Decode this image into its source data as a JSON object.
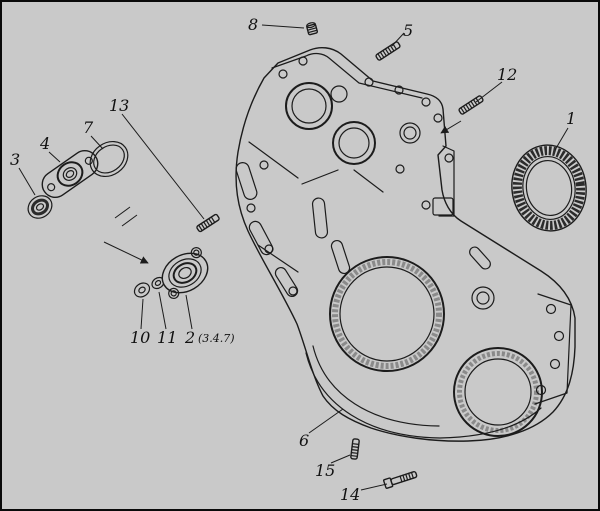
{
  "diagram": {
    "figure_type": "exploded-parts-drawing",
    "colors": {
      "background": "#c9c9c9",
      "ink": "#1c1c1c",
      "frame": "#0a0a0a"
    },
    "callouts": {
      "c1": {
        "label": "1"
      },
      "c2": {
        "label": "2",
        "note": "(3.4.7)"
      },
      "c3": {
        "label": "3"
      },
      "c4": {
        "label": "4"
      },
      "c5": {
        "label": "5"
      },
      "c6": {
        "label": "6"
      },
      "c7": {
        "label": "7"
      },
      "c8": {
        "label": "8"
      },
      "c10": {
        "label": "10"
      },
      "c11": {
        "label": "11"
      },
      "c12": {
        "label": "12"
      },
      "c13": {
        "label": "13"
      },
      "c14": {
        "label": "14"
      },
      "c15": {
        "label": "15"
      }
    }
  }
}
